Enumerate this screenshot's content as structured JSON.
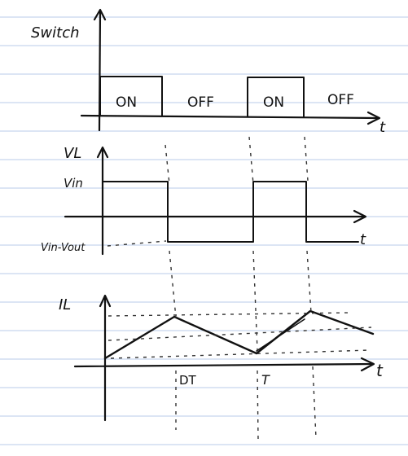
{
  "switch_panel": {
    "y_label": "Switch",
    "x_label": "t",
    "states": [
      "ON",
      "OFF",
      "ON",
      "OFF"
    ]
  },
  "vl_panel": {
    "y_label": "VL",
    "x_label": "t",
    "high_label": "Vin",
    "low_label": "Vin-Vout"
  },
  "il_panel": {
    "y_label": "IL",
    "x_label": "t",
    "marker_dt": "DT",
    "marker_t": "T"
  },
  "colors": {
    "ink": "#111111",
    "rule_lines": "#b9cbe8",
    "background": "#ffffff"
  }
}
